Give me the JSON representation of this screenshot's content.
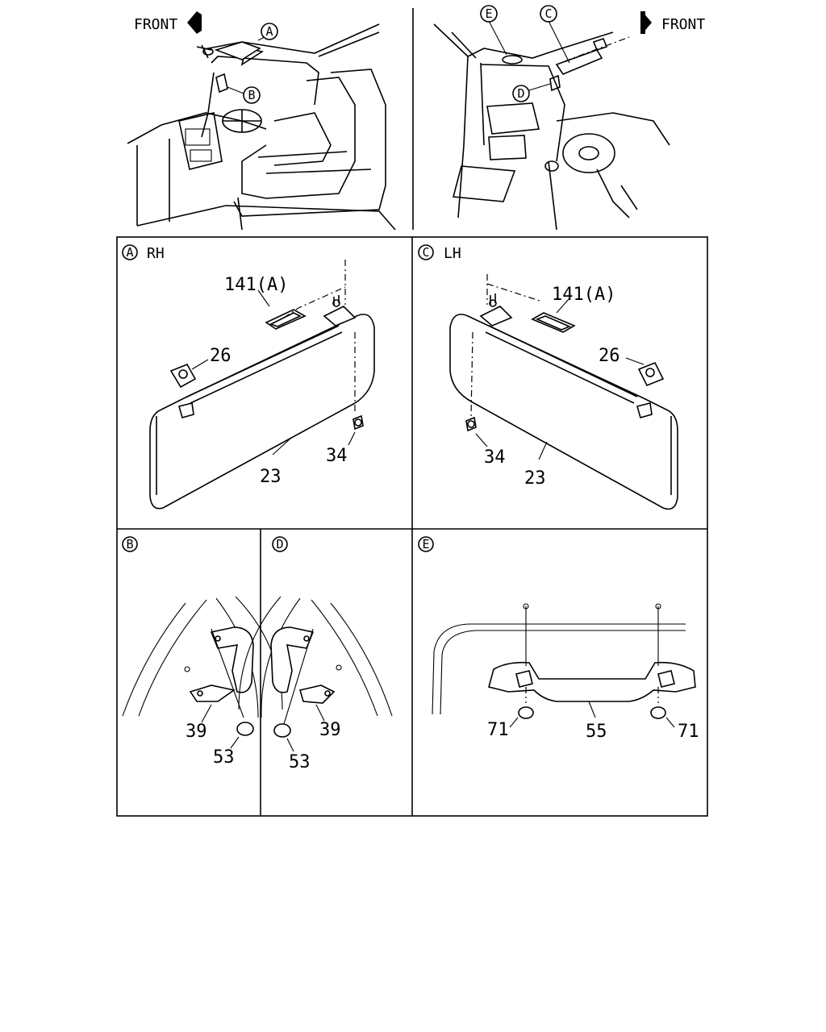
{
  "header": {
    "front_left": "FRONT",
    "front_right": "FRONT"
  },
  "callouts": {
    "a": "A",
    "b": "B",
    "c": "C",
    "d": "D",
    "e": "E"
  },
  "panels": {
    "a": {
      "marker": "A",
      "side": "RH",
      "part_141": "141(A)",
      "part_26": "26",
      "part_34": "34",
      "part_23": "23"
    },
    "c": {
      "marker": "C",
      "side": "LH",
      "part_141": "141(A)",
      "part_26": "26",
      "part_34": "34",
      "part_23": "23"
    },
    "b": {
      "marker": "B",
      "part_39": "39",
      "part_53": "53"
    },
    "d": {
      "marker": "D",
      "part_39": "39",
      "part_53": "53"
    },
    "e": {
      "marker": "E",
      "part_71_left": "71",
      "part_55": "55",
      "part_71_right": "71"
    }
  }
}
